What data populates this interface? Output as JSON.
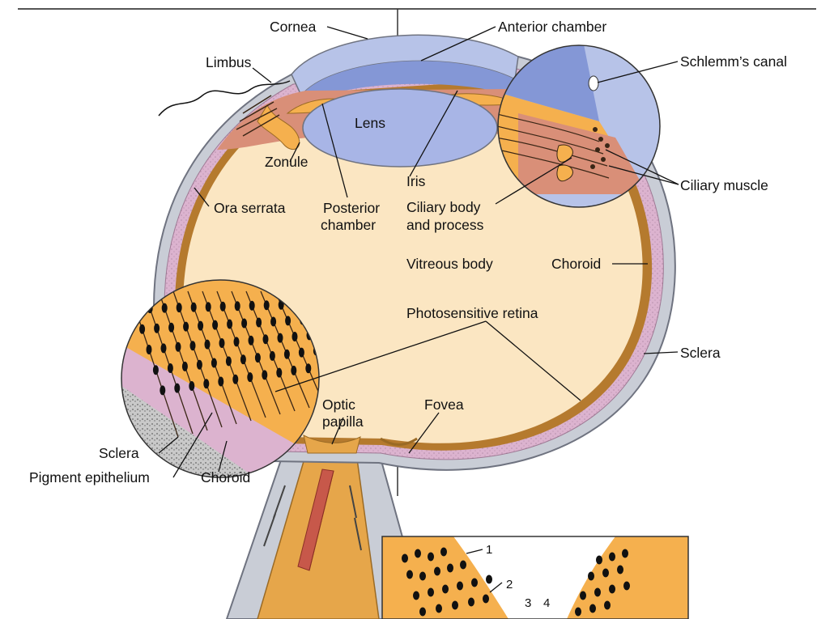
{
  "labels": {
    "cornea": "Cornea",
    "anterior_chamber": "Anterior chamber",
    "limbus": "Limbus",
    "schlemms_canal": "Schlemm’s canal",
    "lens": "Lens",
    "zonule": "Zonule",
    "iris": "Iris",
    "ora_serrata": "Ora serrata",
    "posterior_chamber_1": "Posterior",
    "posterior_chamber_2": "chamber",
    "ciliary_body_1": "Ciliary body",
    "ciliary_body_2": "and process",
    "ciliary_muscle": "Ciliary muscle",
    "vitreous_body": "Vitreous body",
    "choroid_right": "Choroid",
    "photosensitive_retina": "Photosensitive retina",
    "sclera_right": "Sclera",
    "optic_papilla_1": "Optic",
    "optic_papilla_2": "papilla",
    "fovea": "Fovea",
    "sclera_left": "Sclera",
    "pigment_epithelium": "Pigment epithelium",
    "choroid_left": "Choroid",
    "inset_1": "1",
    "inset_2": "2",
    "inset_3": "3",
    "inset_4": "4"
  },
  "colors": {
    "sclera": "#c9cdd6",
    "sclera_edge": "#6f7380",
    "choroid": "#dcb3cf",
    "retina": "#b57a2e",
    "vitreous": "#fbe6c2",
    "cornea": "#b7c3e8",
    "chamber": "#8497d6",
    "lens": "#a8b5e6",
    "ciliary": "#d98f78",
    "orange": "#f5b04e",
    "nerve_vessel": "#c7584a"
  }
}
